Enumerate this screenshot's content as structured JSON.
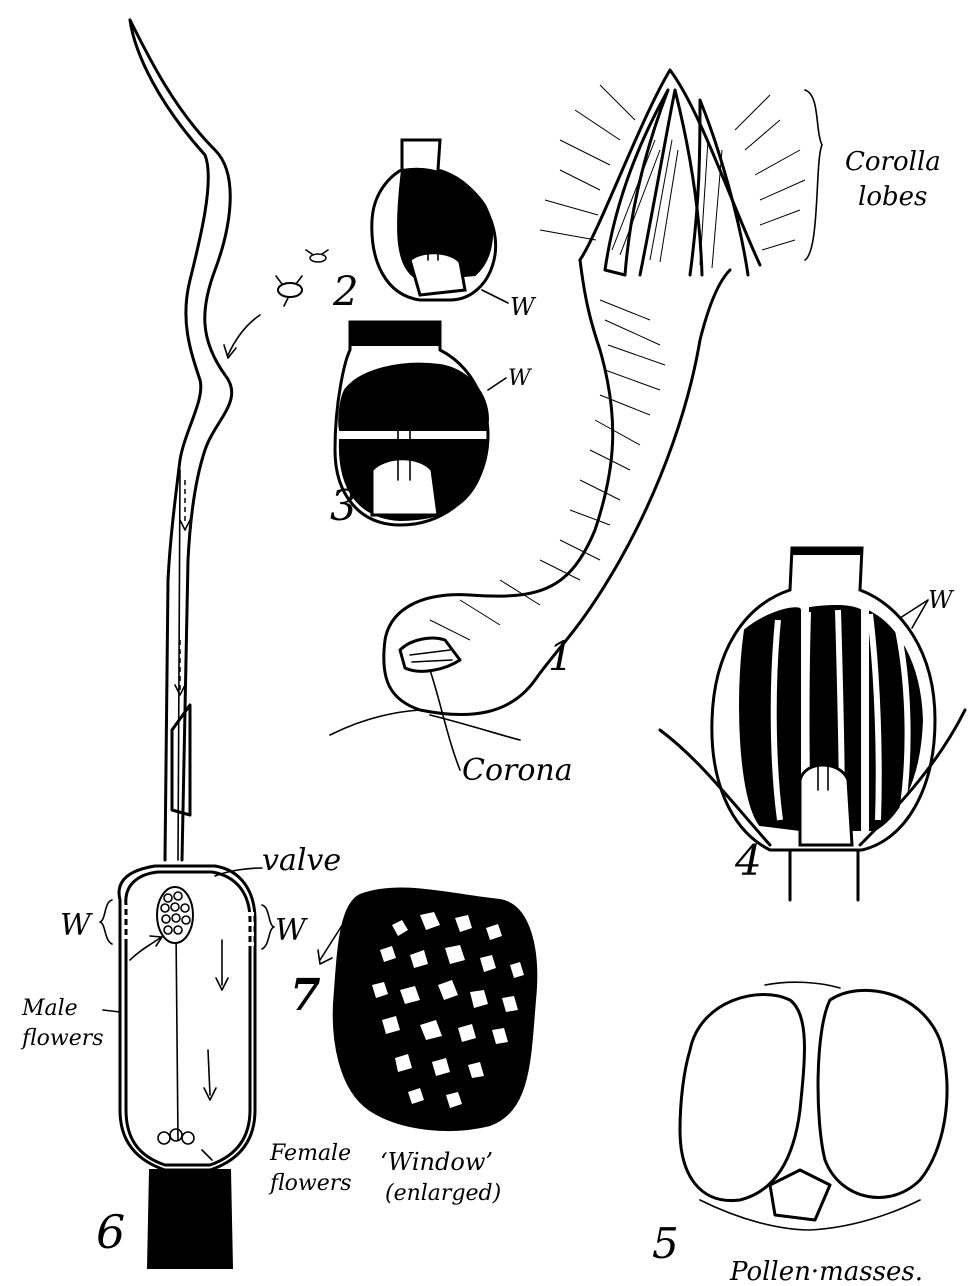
{
  "figure_numbers": {
    "fig1": "1",
    "fig2": "2",
    "fig3": "3",
    "fig4": "4",
    "fig5": "5",
    "fig6": "6",
    "fig7": "7"
  },
  "labels": {
    "corolla_line1": "Corolla",
    "corolla_line2": "lobes",
    "corona": "Corona",
    "valve": "valve",
    "window_mark_fig2": "W",
    "window_mark_fig3": "W",
    "window_mark_fig4": "W",
    "window_mark_fig6_left": "W",
    "window_mark_fig6_right": "W",
    "male_line1": "Male",
    "male_line2": "flowers",
    "female_line1": "Female",
    "female_line2": "flowers",
    "window_line1": "‘Window’",
    "window_line2": "(enlarged)",
    "pollen": "Pollen·masses."
  },
  "colors": {
    "ink": "#000000",
    "paper": "#ffffff"
  }
}
